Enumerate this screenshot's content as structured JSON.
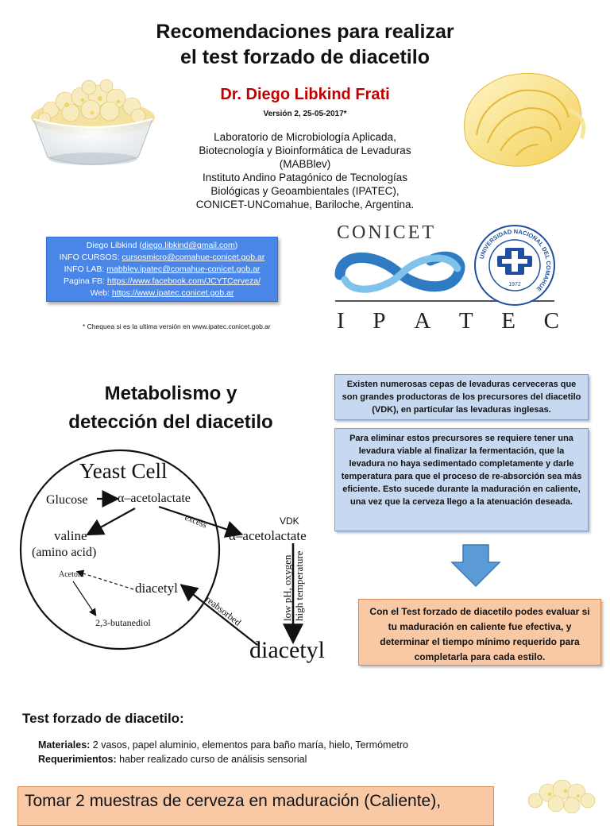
{
  "header": {
    "title_line1": "Recomendaciones para realizar",
    "title_line2": "el test forzado de diacetilo",
    "author": "Dr. Diego Libkind Frati",
    "version": "Versión 2, 25-05-2017*",
    "affiliation": [
      "Laboratorio de Microbiología Aplicada,",
      "Biotecnología y Bioinformática de Levaduras",
      "(MABBlev)",
      "Instituto Andino Patagónico de Tecnologías",
      "Biológicas y Geoambientales (IPATEC),",
      "CONICET-UNComahue, Bariloche, Argentina."
    ]
  },
  "contact": {
    "line1_label": "Diego Libkind (",
    "line1_link": "diego.libkind@gmail.com",
    "line1_end": ")",
    "line2_label": "INFO CURSOS: ",
    "line2_link": "cursosmicro@comahue-conicet.gob.ar",
    "line3_label": "INFO LAB: ",
    "line3_link": "mabblev.ipatec@comahue-conicet.gob.ar",
    "line4_label": "Pagina FB: ",
    "line4_link": "https://www.facebook.com/JCYTCerveza/",
    "line5_label": "Web: ",
    "line5_link": "https://www.ipatec.conicet.gob.ar"
  },
  "version_note": "* Chequea si es la ultima versión en www.ipatec.conicet.gob.ar",
  "logos": {
    "conicet": "CONICET",
    "ipatec_letters": [
      "I",
      "P",
      "A",
      "T",
      "E",
      "C"
    ],
    "seal_ring_text": "UNIVERSIDAD NACIONAL DEL COMAHUE",
    "seal_year": "1972",
    "conicet_colors": [
      "#2e7bc4",
      "#7fc3ea"
    ]
  },
  "section_title": {
    "line1": "Metabolismo y",
    "line2": "detección del diacetilo"
  },
  "diagram": {
    "cell_label": "Yeast Cell",
    "glucose": "Glucose",
    "alpha_in": "α–acetolactate",
    "excess": "excess",
    "valine": "valine",
    "amino": "(amino acid)",
    "acetoin": "Acetoin",
    "diacetyl_in": "diacetyl",
    "butanediol": "2,3-butanediol",
    "vdk": "VDK",
    "alpha_out": "α–acetolactate",
    "low_ph": "low pH, oxygen",
    "high_temp": "high temperature",
    "reabsorbed": "reabsorbed",
    "diacetyl_out": "diacetyl"
  },
  "info_boxes": {
    "box1": "Existen numerosas cepas de levaduras cerveceras que son grandes productoras de los precursores del diacetilo (VDK), en particular las levaduras inglesas.",
    "box2": "Para eliminar estos precursores se requiere tener una levadura viable al finalizar la fermentación, que la levadura no haya sedimentado completamente y darle temperatura para que el proceso de re-absorción sea más eficiente. Esto sucede durante la maduración en caliente, una vez que la cerveza llego a la atenuación deseada.",
    "box3": "Con el Test forzado de diacetilo podes evaluar si tu maduración en caliente fue efectiva, y determinar el tiempo mínimo requerido para completarla para cada estilo."
  },
  "test": {
    "title": "Test forzado de diacetilo:",
    "materials_label": "Materiales:",
    "materials_text": " 2 vasos, papel aluminio, elementos para baño maría, hielo, Termómetro",
    "requirements_label": "Requerimientos:",
    "requirements_text": " haber realizado curso de análisis sensorial",
    "step1": "Tomar 2 muestras de cerveza en maduración (Caliente),"
  },
  "colors": {
    "author_red": "#c00000",
    "contact_blue": "#4a86e8",
    "info_blue": "#c6d9f1",
    "arrow_blue": "#5b9bd5",
    "orange_box": "#f9c9a6"
  }
}
